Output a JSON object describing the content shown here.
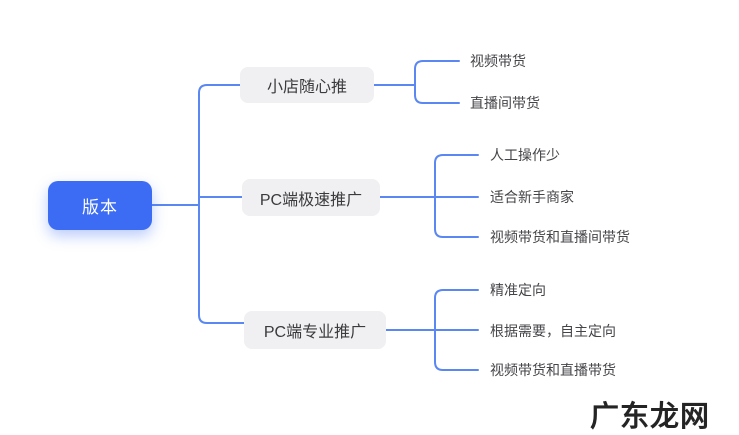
{
  "colors": {
    "bg": "#ffffff",
    "line": "#5b87f2",
    "root-fill": "#3b6cf3",
    "root-text": "#ffffff",
    "branch-fill": "#f0f0f2",
    "branch-text": "#3b3b3e",
    "leaf-text": "#454549",
    "watermark-fill": "#242424"
  },
  "mindmap": {
    "root": {
      "label": "版本"
    },
    "branches": [
      {
        "label": "小店随心推",
        "children": [
          "视频带货",
          "直播间带货"
        ]
      },
      {
        "label": "PC端极速推广",
        "children": [
          "人工操作少",
          "适合新手商家",
          "视频带货和直播间带货"
        ]
      },
      {
        "label": "PC端专业推广",
        "children": [
          "精准定向",
          "根据需要，自主定向",
          "视频带货和直播带货"
        ]
      }
    ]
  },
  "watermark": {
    "text": "广东龙网"
  }
}
